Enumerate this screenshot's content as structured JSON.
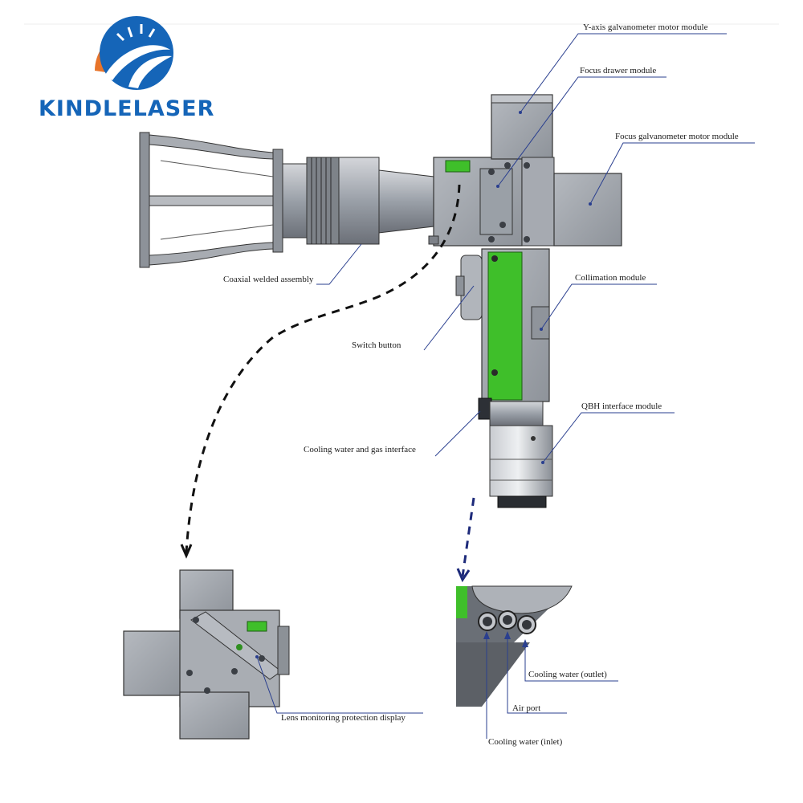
{
  "brand": {
    "name": "KINDLELASER",
    "colors": {
      "orange": "#e8742a",
      "blue": "#1565b8"
    }
  },
  "callouts": {
    "y_axis": "Y-axis galvanometer motor module",
    "focus_drawer": "Focus drawer module",
    "focus_galvo": "Focus galvanometer motor module",
    "coaxial": "Coaxial welded assembly",
    "collimation": "Collimation module",
    "switch": "Switch button",
    "qbh": "QBH interface module",
    "cooling_gas": "Cooling water and gas interface",
    "lens_monitor": "Lens monitoring protection display",
    "cooling_outlet": "Cooling water (outlet)",
    "air_port": "Air port",
    "cooling_inlet": "Cooling water (inlet)"
  },
  "colors": {
    "housing": "#9ea3ac",
    "housing_dark": "#6f747c",
    "accent_green": "#3fbf2a",
    "leader": "#2a3f8f"
  }
}
